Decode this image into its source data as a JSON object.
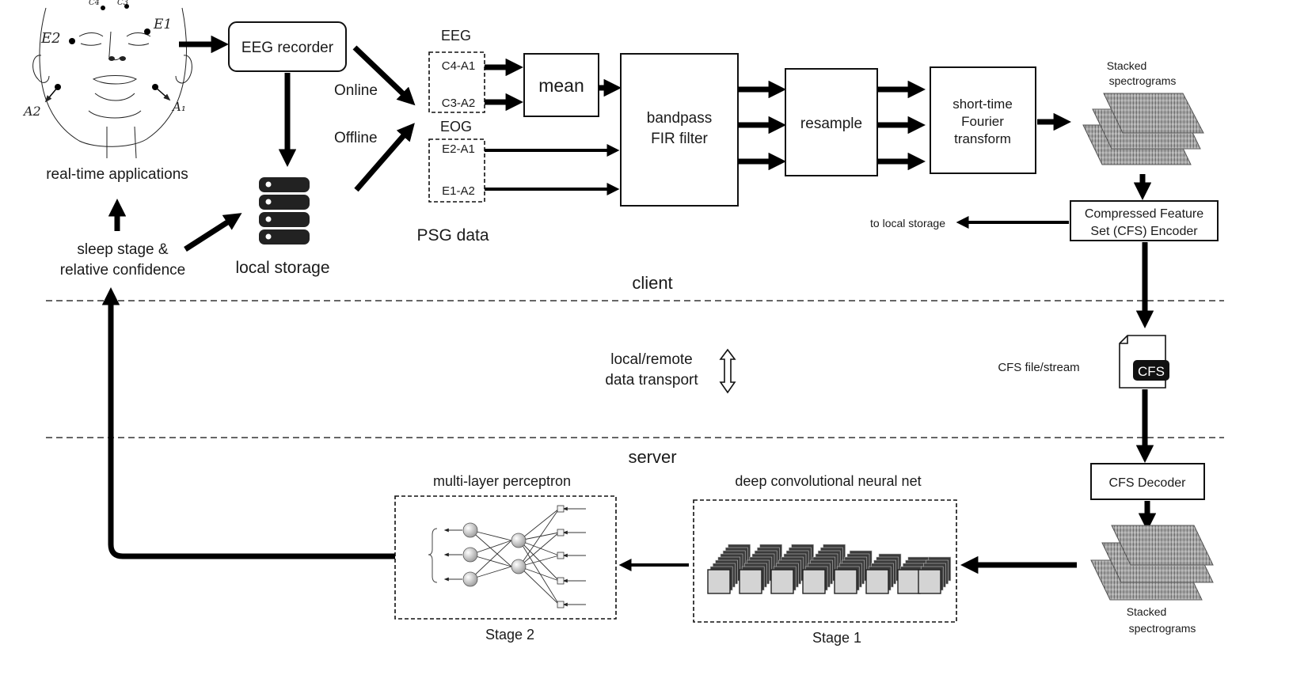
{
  "electrodes": {
    "e1": "E1",
    "e2": "E2",
    "a1": "A₁",
    "a2": "A2",
    "c4": "C4",
    "c3": "C3"
  },
  "client": {
    "real_time_applications": "real-time applications",
    "sleep_stage_line1": "sleep stage &",
    "sleep_stage_line2": "relative confidence",
    "eeg_recorder": "EEG recorder",
    "local_storage": "local storage",
    "online": "Online",
    "offline": "Offline",
    "eeg_group": "EEG",
    "eog_group": "EOG",
    "channels": {
      "c4a1": "C4-A1",
      "c3a2": "C3-A2",
      "e2a1": "E2-A1",
      "e1a2": "E1-A2"
    },
    "psg_data": "PSG data",
    "mean": "mean",
    "bandpass_line1": "bandpass",
    "bandpass_line2": "FIR filter",
    "resample": "resample",
    "stft_line1": "short-time",
    "stft_line2": "Fourier",
    "stft_line3": "transform",
    "stacked_line1": "Stacked",
    "stacked_line2": "spectrograms",
    "encoder_line1": "Compressed Feature",
    "encoder_line2": "Set (CFS) Encoder",
    "to_local_storage": "to local storage"
  },
  "divider": {
    "client_label": "client",
    "server_label": "server",
    "transport_line1": "local/remote",
    "transport_line2": "data transport",
    "cfs_file_stream": "CFS file/stream",
    "cfs_badge": "CFS"
  },
  "server": {
    "cfs_decoder": "CFS Decoder",
    "stacked_line1": "Stacked",
    "stacked_line2": "spectrograms",
    "dcnn_title": "deep convolutional neural net",
    "stage1": "Stage 1",
    "mlp_title": "multi-layer perceptron",
    "stage2": "Stage 2"
  }
}
